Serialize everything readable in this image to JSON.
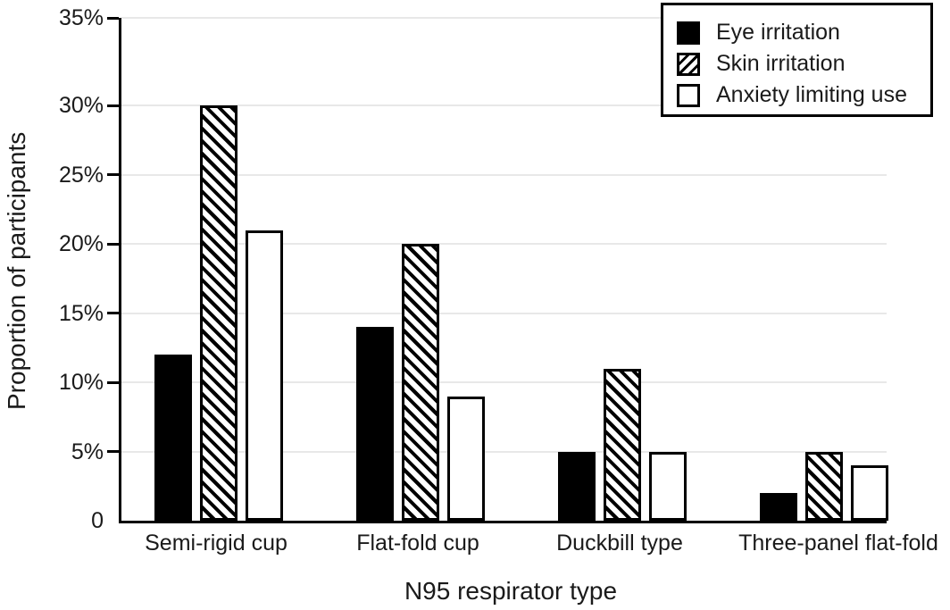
{
  "chart_data": {
    "type": "bar",
    "title": "",
    "xlabel": "N95 respirator type",
    "ylabel": "Proportion of participants",
    "categories": [
      "Semi-rigid cup",
      "Flat-fold cup",
      "Duckbill type",
      "Three-panel flat-fold"
    ],
    "series": [
      {
        "name": "Eye irritation",
        "pattern": "solid",
        "values": [
          12,
          14,
          5,
          2
        ]
      },
      {
        "name": "Skin irritation",
        "pattern": "diagonal-hatch",
        "values": [
          30,
          20,
          11,
          5
        ]
      },
      {
        "name": "Anxiety limiting use",
        "pattern": "outline",
        "values": [
          21,
          9,
          5,
          4
        ]
      }
    ],
    "y_ticks": [
      {
        "label": "0",
        "value": 0
      },
      {
        "label": "5%",
        "value": 5
      },
      {
        "label": "10%",
        "value": 10
      },
      {
        "label": "15%",
        "value": 15
      },
      {
        "label": "20%",
        "value": 20
      },
      {
        "label": "25%",
        "value": 25
      },
      {
        "label": "30%",
        "value": 30
      },
      {
        "label": "35%",
        "value": 35
      }
    ],
    "ylim": [
      0,
      36.5
    ],
    "grid": "horizontal",
    "legend_position": "top-right",
    "colors": {
      "bar_fill": "#000000",
      "grid": "#e8e8e8",
      "axis": "#000000",
      "background": "#ffffff",
      "text": "#1a1a1a"
    }
  }
}
